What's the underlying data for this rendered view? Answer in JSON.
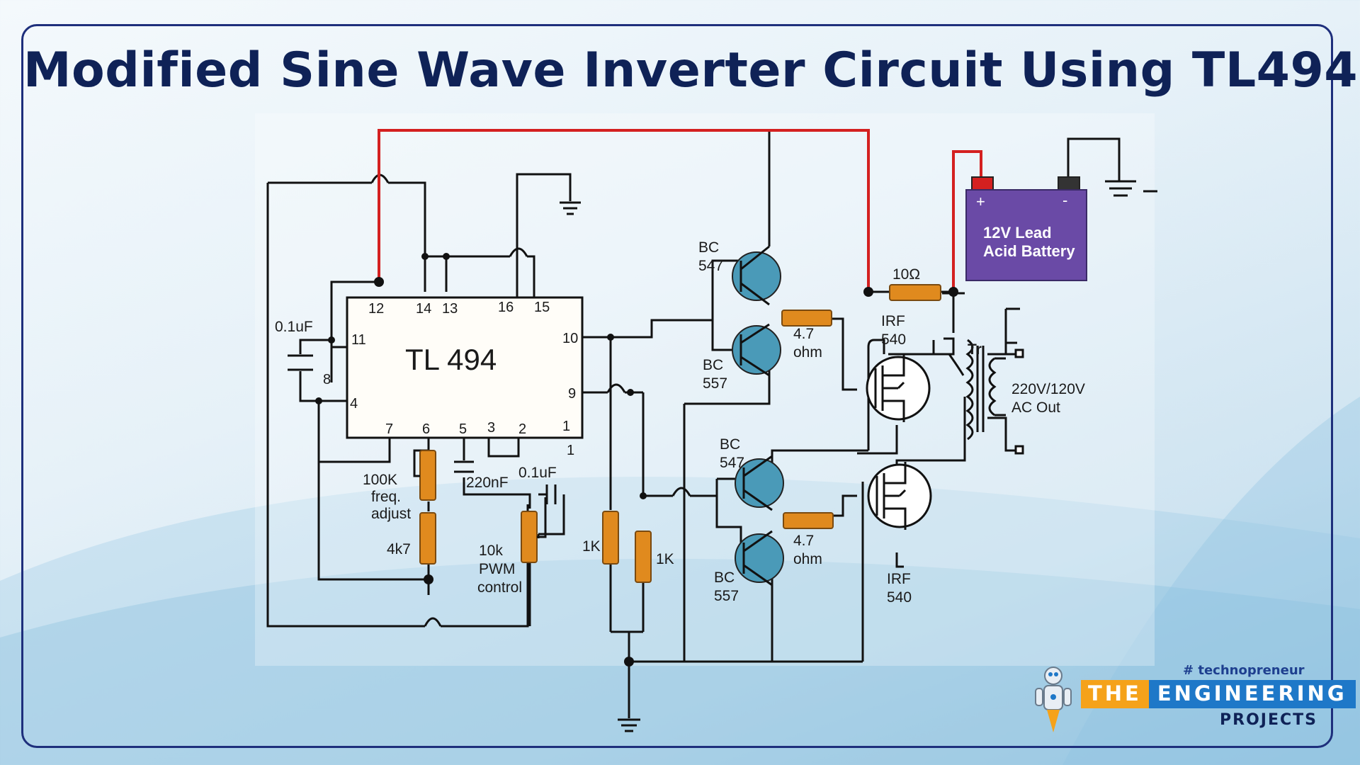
{
  "title": "Modified Sine Wave Inverter Circuit Using TL494",
  "ic": {
    "name": "TL 494",
    "pins": {
      "p12": "12",
      "p14": "14",
      "p13": "13",
      "p16": "16",
      "p15": "15",
      "p11": "11",
      "p8": "8",
      "p4": "4",
      "p10": "10",
      "p9": "9",
      "p7": "7",
      "p6": "6",
      "p5": "5",
      "p3": "3",
      "p2": "2",
      "p1": "1",
      "p1b": "1"
    }
  },
  "labels": {
    "cap_01uf_left": "0.1uF",
    "freq_1": "100K",
    "freq_2": "freq.",
    "freq_3": "adjust",
    "r_4k7": "4k7",
    "cap_220nf": "220nF",
    "cap_01uf_mid": "0.1uF",
    "pwm_1": "10k",
    "pwm_2": "PWM",
    "pwm_3": "control",
    "r_1k_a": "1K",
    "r_1k_b": "1K",
    "bc547_top_1": "BC",
    "bc547_top_2": "547",
    "bc557_top_1": "BC",
    "bc557_top_2": "557",
    "bc547_bot_1": "BC",
    "bc547_bot_2": "547",
    "bc557_bot_1": "BC",
    "bc557_bot_2": "557",
    "r47_top_1": "4.7",
    "r47_top_2": "ohm",
    "r47_bot_1": "4.7",
    "r47_bot_2": "ohm",
    "irf_top_1": "IRF",
    "irf_top_2": "540",
    "irf_bot_1": "IRF",
    "irf_bot_2": "540",
    "r_10ohm": "10Ω",
    "transformer": "Tr",
    "ac_out_1": "220V/120V",
    "ac_out_2": "AC Out",
    "battery_plus": "+",
    "battery_minus": "-",
    "battery_1": "12V Lead",
    "battery_2": "Acid Battery"
  },
  "colors": {
    "wire": "#111111",
    "supply_wire": "#d42020",
    "resistor": "#e08a1e",
    "transistor": "#4a9ab8",
    "battery": "#6a4aa6",
    "frame": "#1e2f7c",
    "title": "#0f2257"
  },
  "logo": {
    "tagline": "# technopreneur",
    "word1": "THE",
    "word2": "ENGINEERING",
    "word3": "PROJECTS"
  }
}
